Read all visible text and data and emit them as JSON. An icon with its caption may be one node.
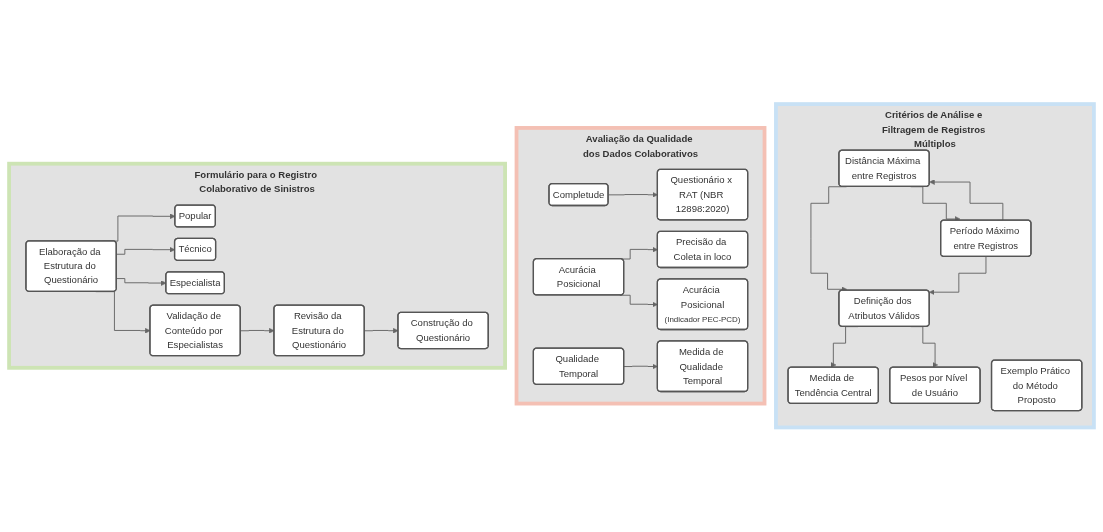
{
  "diagram": {
    "nodes": [
      {
        "text": [
          "Formulário para o Registro Colaborativo de Sinistros"
        ]
      },
      {
        "text": [
          "Elaboração da Estrutura do Questionário"
        ],
        "in": 0
      },
      {
        "text": [
          "Popular"
        ],
        "in": 0
      },
      {
        "text": [
          "Técnico"
        ],
        "in": 0
      },
      {
        "text": [
          "Especialista"
        ],
        "in": 0
      },
      {
        "text": [
          "Validação de Conteúdo por Especialistas"
        ],
        "in": 0
      },
      {
        "text": [
          "Revisão da Estrutura do Questionário"
        ],
        "in": 0
      },
      {
        "text": [
          "Construção do Questionário"
        ],
        "in": 0
      },
      {
        "text": [
          "Avaliação da Qualidade dos Dados Colaborativos"
        ]
      },
      {
        "text": [
          "Completude"
        ],
        "in": 8
      },
      {
        "text": [
          "Questionário x RAT (NBR 12898:2020)"
        ],
        "in": 8
      },
      {
        "text": [
          "Acurácia Posicional"
        ],
        "in": 8
      },
      {
        "text": [
          "Precisão da Coleta in loco"
        ],
        "in": 8
      },
      {
        "text": [
          "Acurácia Posicional",
          "(Indicador PEC-PCD)"
        ],
        "in": 8
      },
      {
        "text": [
          "Qualidade Temporal"
        ],
        "in": 8
      },
      {
        "text": [
          "Medida de Qualidade Temporal"
        ],
        "in": 8
      },
      {
        "text": [
          "Critérios de Análise e Filtragem de Registros Múltiplos"
        ]
      },
      {
        "text": [
          "Distância Máxima entre Registros"
        ],
        "in": 16
      },
      {
        "text": [
          "Período Máximo entre Registros"
        ],
        "in": 16
      },
      {
        "text": [
          "Definição dos Atributos Válidos"
        ],
        "in": 16
      },
      {
        "text": [
          "Medida de Tendência Central"
        ],
        "in": 16
      },
      {
        "text": [
          "Pesos por Nível de Usuário"
        ],
        "in": 16
      },
      {
        "text": [
          "Exemplo Prático do Método Proposto"
        ],
        "in": 16
      }
    ],
    "edges": [
      {
        "from": 1,
        "to": 2,
        "arrow": "to"
      },
      {
        "from": 1,
        "to": 3,
        "arrow": "to"
      },
      {
        "from": 1,
        "to": 4,
        "arrow": "to"
      },
      {
        "from": 1,
        "to": 5,
        "arrow": "to"
      },
      {
        "from": 5,
        "to": 6,
        "arrow": "to"
      },
      {
        "from": 6,
        "to": 7,
        "arrow": "to"
      },
      {
        "from": 9,
        "to": 10,
        "arrow": "to"
      },
      {
        "from": 11,
        "to": 12,
        "arrow": "to"
      },
      {
        "from": 11,
        "to": 13,
        "arrow": "to"
      },
      {
        "from": 14,
        "to": 15,
        "arrow": "to"
      },
      {
        "from": 17,
        "to": 18,
        "arrow": "to"
      },
      {
        "from": 18,
        "to": 17,
        "arrow": "to"
      },
      {
        "from": 17,
        "to": 19,
        "arrow": "to"
      },
      {
        "from": 18,
        "to": 19,
        "arrow": "to"
      },
      {
        "from": 19,
        "to": 20,
        "arrow": "to"
      },
      {
        "from": 19,
        "to": 21,
        "arrow": "to"
      }
    ]
  }
}
